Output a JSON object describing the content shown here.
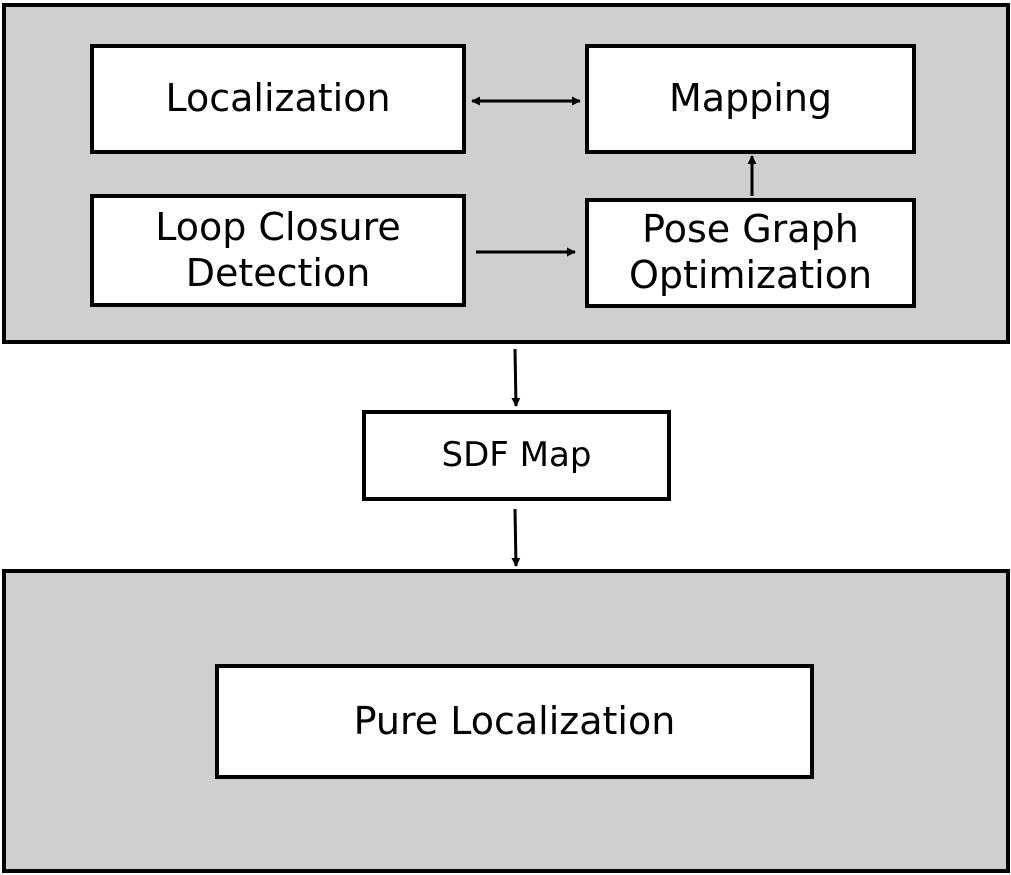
{
  "nodes": {
    "localization": "Localization",
    "mapping": "Mapping",
    "loop_closure": [
      "Loop Closure",
      "Detection"
    ],
    "pose_graph": [
      "Pose Graph",
      "Optimization"
    ],
    "sdf_map": "SDF Map",
    "pure_localization": "Pure Localization"
  },
  "edges": [
    {
      "from": "localization",
      "to": "mapping",
      "direction": "both"
    },
    {
      "from": "loop_closure",
      "to": "pose_graph",
      "direction": "forward"
    },
    {
      "from": "pose_graph",
      "to": "mapping",
      "direction": "forward"
    },
    {
      "from": "mapping-panel",
      "to": "sdf_map",
      "direction": "forward"
    },
    {
      "from": "sdf_map",
      "to": "localization-panel",
      "direction": "forward"
    }
  ],
  "colors": {
    "panel_fill": "#d0cece",
    "node_fill": "#ffffff",
    "stroke": "#000000"
  }
}
